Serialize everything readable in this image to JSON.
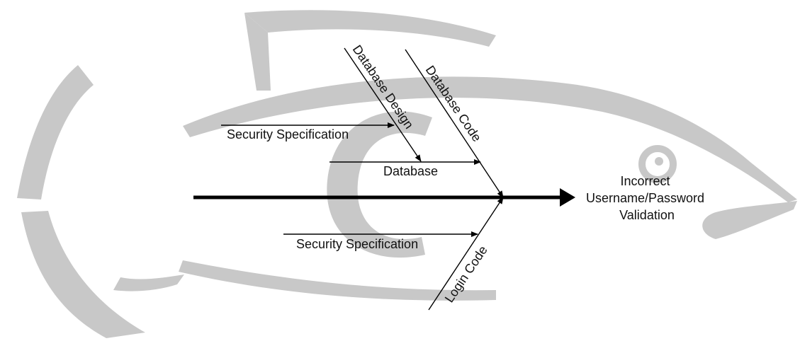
{
  "diagram": {
    "type": "fishbone",
    "effect": {
      "lines": [
        "Incorrect",
        "Username/Password",
        "Validation"
      ]
    },
    "causes": {
      "database_design": "Database Design",
      "database_code": "Database Code",
      "login_code": "Login Code",
      "database": "Database",
      "security_spec_top": "Security Specification",
      "security_spec_bottom": "Security Specification"
    },
    "colors": {
      "watermark": "#c8c8c8",
      "lines": "#000000"
    }
  }
}
